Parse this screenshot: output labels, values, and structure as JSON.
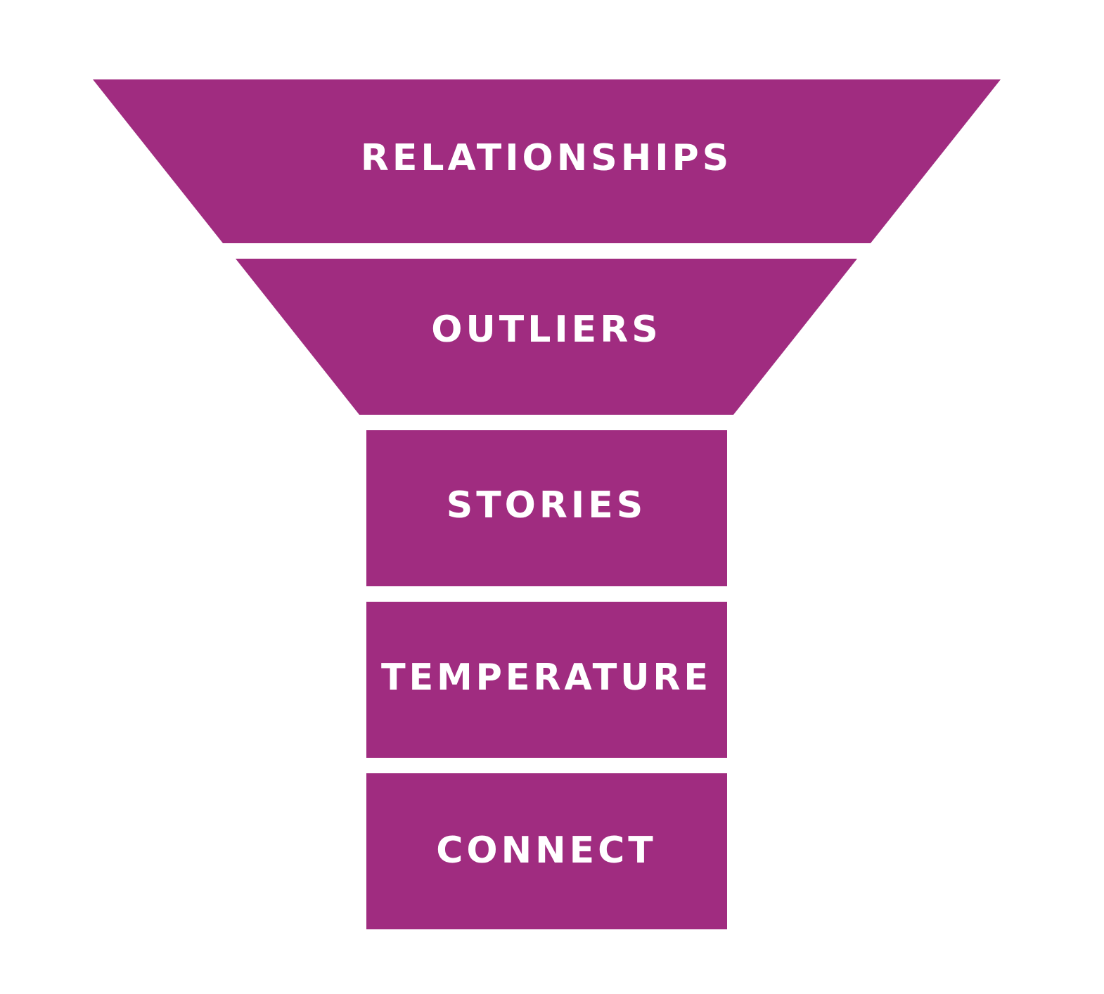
{
  "colors": {
    "stage_fill": "#a02c80",
    "label_text": "#ffffff",
    "background": "#ffffff"
  },
  "funnel": {
    "stages": [
      {
        "label": "RELATIONSHIPS"
      },
      {
        "label": "OUTLIERS"
      },
      {
        "label": "STORIES"
      },
      {
        "label": "TEMPERATURE"
      },
      {
        "label": "CONNECT"
      }
    ]
  }
}
